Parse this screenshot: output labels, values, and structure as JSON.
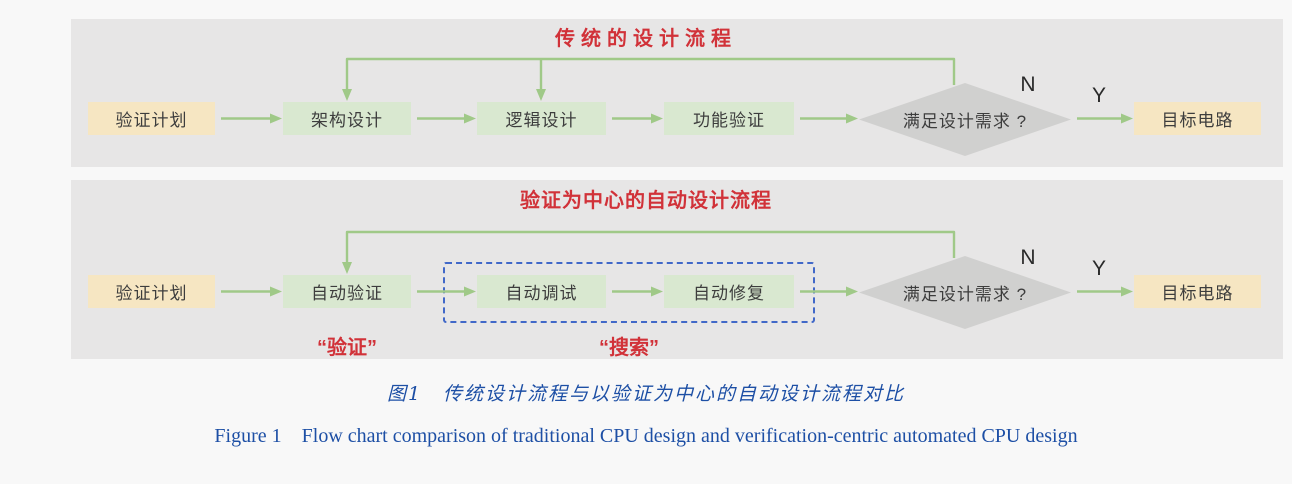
{
  "figure": {
    "panels": [
      {
        "title": "传统的设计流程",
        "nodes": [
          {
            "label": "验证计划",
            "kind": "input"
          },
          {
            "label": "架构设计",
            "kind": "process"
          },
          {
            "label": "逻辑设计",
            "kind": "process"
          },
          {
            "label": "功能验证",
            "kind": "process"
          }
        ],
        "decision": {
          "label": "满足设计需求 ?",
          "no_label": "N",
          "yes_label": "Y"
        },
        "result": {
          "label": "目标电路"
        }
      },
      {
        "title": "验证为中心的自动设计流程",
        "nodes": [
          {
            "label": "验证计划",
            "kind": "input"
          },
          {
            "label": "自动验证",
            "kind": "process"
          },
          {
            "label": "自动调试",
            "kind": "process"
          },
          {
            "label": "自动修复",
            "kind": "process"
          }
        ],
        "decision": {
          "label": "满足设计需求 ?",
          "no_label": "N",
          "yes_label": "Y"
        },
        "result": {
          "label": "目标电路"
        },
        "annotations": [
          {
            "label": "“验证”"
          },
          {
            "label": "“搜索”"
          }
        ]
      }
    ],
    "caption": {
      "zh": "图1　传统设计流程与以验证为中心的自动设计流程对比",
      "en": "Figure 1　Flow chart comparison of traditional CPU design and verification-centric automated CPU design"
    },
    "colors": {
      "background": "#f8f8f8",
      "panel_gray": "#e7e6e6",
      "node_yellow": "#f6e6c2",
      "node_green": "#d9e8d0",
      "diamond_gray": "#d0d0cf",
      "arrow_green": "#a0c988",
      "title_red": "#d13239",
      "dashed_blue": "#4168c8",
      "caption_blue": "#1d4fa5"
    }
  }
}
